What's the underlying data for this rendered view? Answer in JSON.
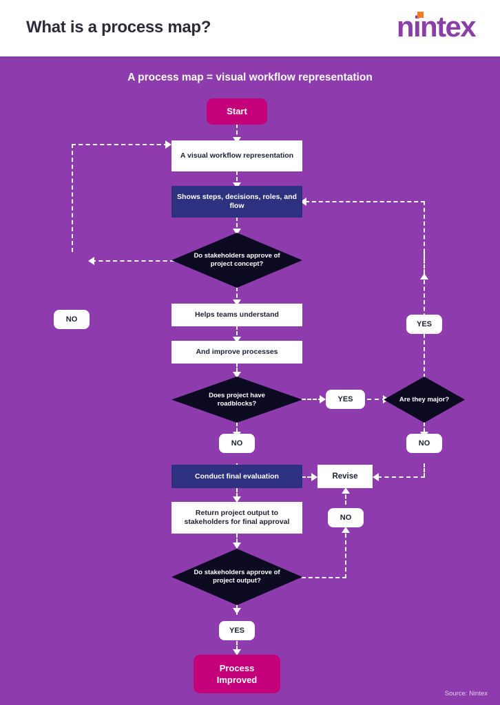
{
  "header": {
    "title": "What is a process map?",
    "logo_text": "nintex",
    "logo_color": "#8A3FA8",
    "logo_dot_color": "#F47B20"
  },
  "canvas": {
    "background_color": "#8E3BAE",
    "subtitle": "A process map = visual workflow representation",
    "source": "Source: Nintex"
  },
  "palette": {
    "terminator": "#C4007A",
    "process_white": "#ffffff",
    "process_blue": "#2E3180",
    "decision": "#0B0A20",
    "connector": "#ffffff"
  },
  "flowchart": {
    "type": "flowchart",
    "nodes": [
      {
        "id": "start",
        "shape": "terminator",
        "label": "Start"
      },
      {
        "id": "visual",
        "shape": "process-white",
        "label": "A visual workflow representation"
      },
      {
        "id": "shows",
        "shape": "process-blue",
        "label": "Shows steps, decisions, roles, and flow"
      },
      {
        "id": "approve1",
        "shape": "decision",
        "label": "Do stakeholders approve of project concept?"
      },
      {
        "id": "no1",
        "shape": "label",
        "label": "NO"
      },
      {
        "id": "yes-major",
        "shape": "label",
        "label": "YES"
      },
      {
        "id": "helps",
        "shape": "process-white",
        "label": "Helps teams understand"
      },
      {
        "id": "improve",
        "shape": "process-white",
        "label": "And improve processes"
      },
      {
        "id": "roadblocks",
        "shape": "decision",
        "label": "Does project have roadblocks?"
      },
      {
        "id": "yes-road",
        "shape": "label",
        "label": "YES"
      },
      {
        "id": "major",
        "shape": "decision",
        "label": "Are they major?"
      },
      {
        "id": "no-road",
        "shape": "label",
        "label": "NO"
      },
      {
        "id": "no-major",
        "shape": "label",
        "label": "NO"
      },
      {
        "id": "evaluation",
        "shape": "process-blue",
        "label": "Conduct final evaluation"
      },
      {
        "id": "revise",
        "shape": "process-white",
        "label": "Revise"
      },
      {
        "id": "return",
        "shape": "process-white",
        "label": "Return project output to stakeholders for final approval"
      },
      {
        "id": "no-output",
        "shape": "label",
        "label": "NO"
      },
      {
        "id": "approve2",
        "shape": "decision",
        "label": "Do stakeholders approve of project output?"
      },
      {
        "id": "yes-final",
        "shape": "label",
        "label": "YES"
      },
      {
        "id": "improved",
        "shape": "terminator",
        "label": "Process Improved"
      }
    ],
    "edges": [
      {
        "from": "start",
        "to": "visual",
        "label": ""
      },
      {
        "from": "visual",
        "to": "shows",
        "label": ""
      },
      {
        "from": "shows",
        "to": "approve1",
        "label": ""
      },
      {
        "from": "approve1",
        "to": "visual",
        "label": "NO"
      },
      {
        "from": "approve1",
        "to": "helps",
        "label": ""
      },
      {
        "from": "helps",
        "to": "improve",
        "label": ""
      },
      {
        "from": "improve",
        "to": "roadblocks",
        "label": ""
      },
      {
        "from": "roadblocks",
        "to": "major",
        "label": "YES"
      },
      {
        "from": "roadblocks",
        "to": "evaluation",
        "label": "NO"
      },
      {
        "from": "major",
        "to": "shows",
        "label": "YES"
      },
      {
        "from": "major",
        "to": "revise",
        "label": "NO"
      },
      {
        "from": "evaluation",
        "to": "revise",
        "label": ""
      },
      {
        "from": "evaluation",
        "to": "return",
        "label": ""
      },
      {
        "from": "return",
        "to": "approve2",
        "label": ""
      },
      {
        "from": "approve2",
        "to": "revise",
        "label": "NO"
      },
      {
        "from": "approve2",
        "to": "improved",
        "label": "YES"
      }
    ]
  }
}
